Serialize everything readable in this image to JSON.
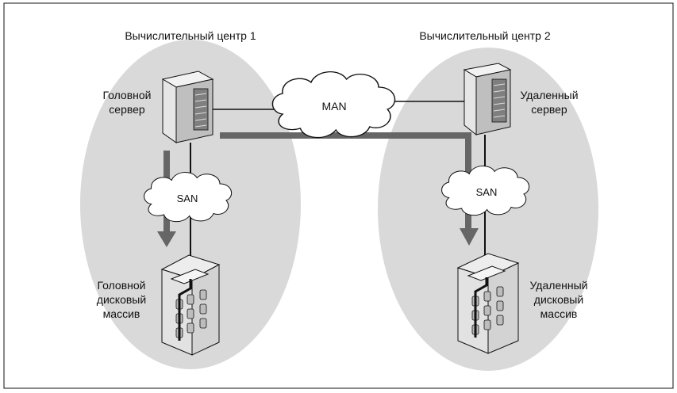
{
  "diagram": {
    "center1": {
      "title": "Вычислительный центр 1"
    },
    "center2": {
      "title": "Вычислительный центр 2"
    },
    "main_server": {
      "label_line1": "Головной",
      "label_line2": "сервер"
    },
    "remote_server": {
      "label_line1": "Удаленный",
      "label_line2": "сервер"
    },
    "main_array": {
      "label_line1": "Головной",
      "label_line2": "дисковый",
      "label_line3": "массив"
    },
    "remote_array": {
      "label_line1": "Удаленный",
      "label_line2": "дисковый",
      "label_line3": "массив"
    },
    "man_cloud": {
      "label": "MAN"
    },
    "san_cloud_1": {
      "label": "SAN"
    },
    "san_cloud_2": {
      "label": "SAN"
    }
  },
  "colors": {
    "zone_fill": "#d9d9d9",
    "arrow": "#666666",
    "line": "#111111",
    "server_light": "#f2f2f2",
    "server_dark": "#7f7f7f"
  },
  "icons": {
    "server": "server-tower-icon",
    "disk_array": "disk-array-icon",
    "cloud": "network-cloud-icon"
  }
}
